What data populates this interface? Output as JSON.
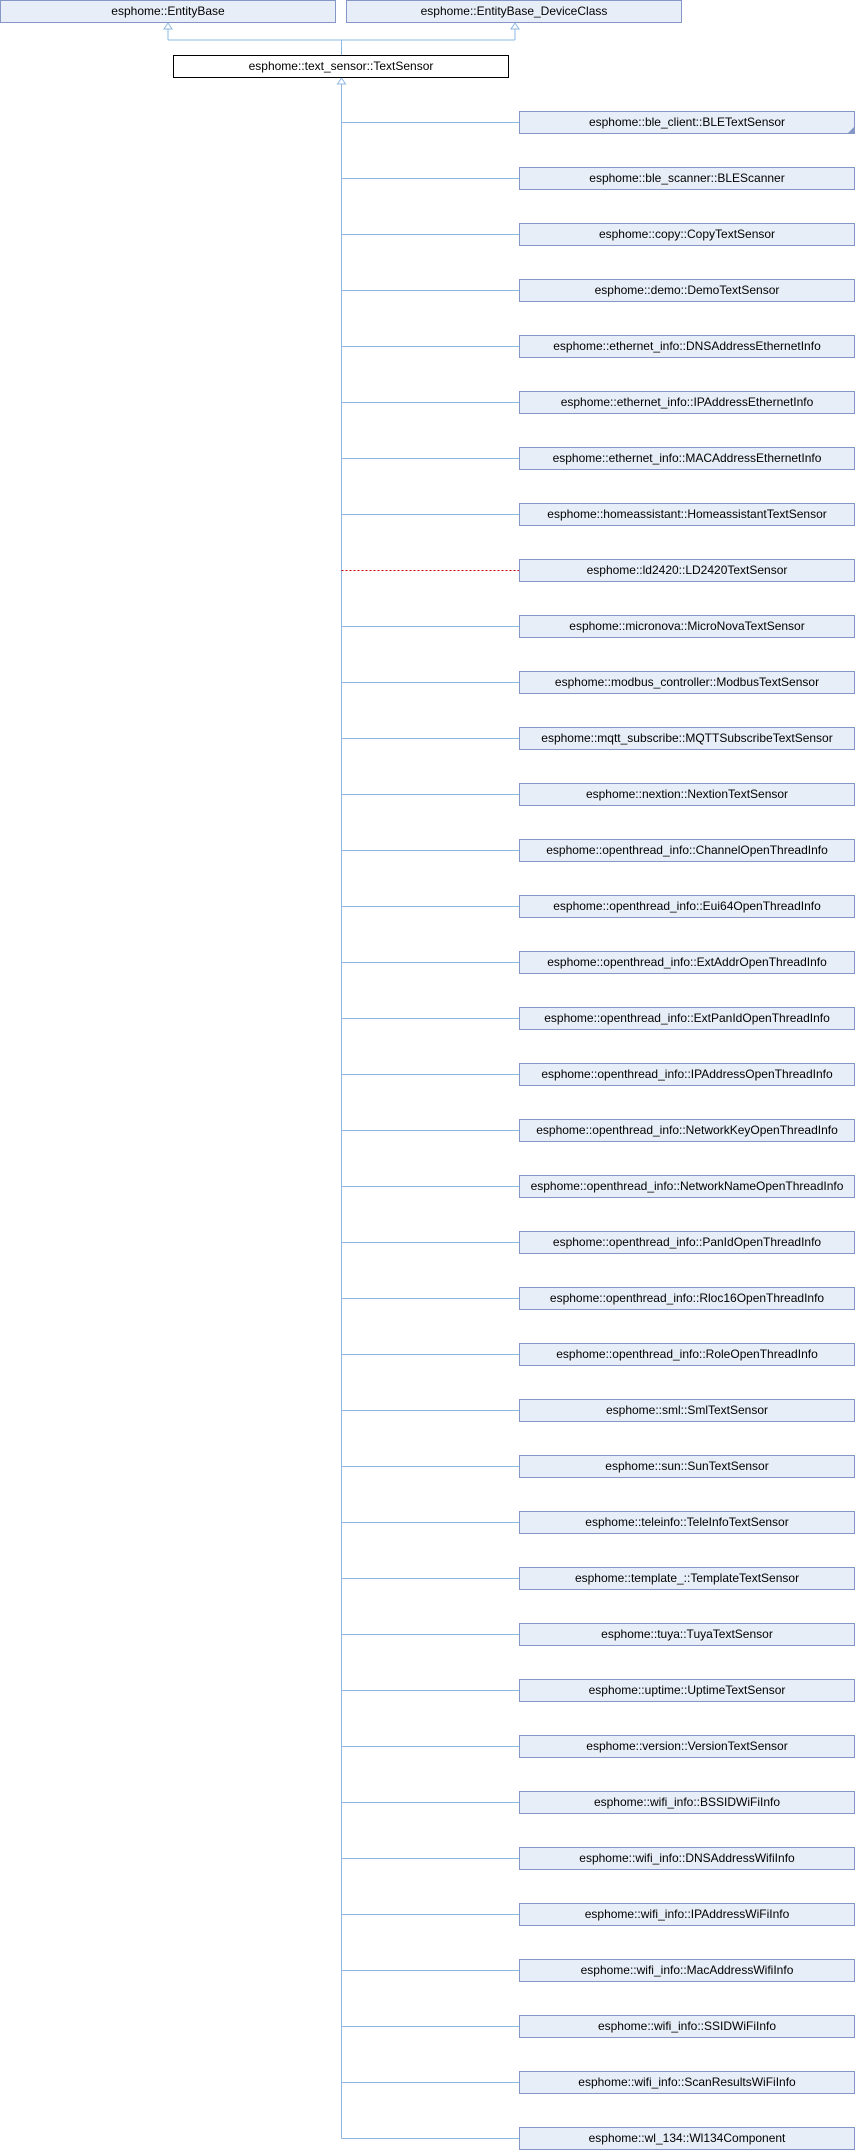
{
  "diagram": {
    "bases": [
      {
        "label": "esphome::EntityBase"
      },
      {
        "label": "esphome::EntityBase_DeviceClass"
      }
    ],
    "main": {
      "label": "esphome::text_sensor::TextSensor"
    },
    "edge_colors": {
      "inheritance": "#8fb8e0",
      "template": "#cc0000"
    },
    "derived": [
      {
        "label": "esphome::ble_client::BLETextSensor",
        "more_indicator": true
      },
      {
        "label": "esphome::ble_scanner::BLEScanner"
      },
      {
        "label": "esphome::copy::CopyTextSensor"
      },
      {
        "label": "esphome::demo::DemoTextSensor"
      },
      {
        "label": "esphome::ethernet_info::DNSAddressEthernetInfo"
      },
      {
        "label": "esphome::ethernet_info::IPAddressEthernetInfo"
      },
      {
        "label": "esphome::ethernet_info::MACAddressEthernetInfo"
      },
      {
        "label": "esphome::homeassistant::HomeassistantTextSensor"
      },
      {
        "label": "esphome::ld2420::LD2420TextSensor",
        "dotted_edge": true
      },
      {
        "label": "esphome::micronova::MicroNovaTextSensor"
      },
      {
        "label": "esphome::modbus_controller::ModbusTextSensor"
      },
      {
        "label": "esphome::mqtt_subscribe::MQTTSubscribeTextSensor"
      },
      {
        "label": "esphome::nextion::NextionTextSensor"
      },
      {
        "label": "esphome::openthread_info::ChannelOpenThreadInfo"
      },
      {
        "label": "esphome::openthread_info::Eui64OpenThreadInfo"
      },
      {
        "label": "esphome::openthread_info::ExtAddrOpenThreadInfo"
      },
      {
        "label": "esphome::openthread_info::ExtPanIdOpenThreadInfo"
      },
      {
        "label": "esphome::openthread_info::IPAddressOpenThreadInfo"
      },
      {
        "label": "esphome::openthread_info::NetworkKeyOpenThreadInfo"
      },
      {
        "label": "esphome::openthread_info::NetworkNameOpenThreadInfo"
      },
      {
        "label": "esphome::openthread_info::PanIdOpenThreadInfo"
      },
      {
        "label": "esphome::openthread_info::Rloc16OpenThreadInfo"
      },
      {
        "label": "esphome::openthread_info::RoleOpenThreadInfo"
      },
      {
        "label": "esphome::sml::SmlTextSensor"
      },
      {
        "label": "esphome::sun::SunTextSensor"
      },
      {
        "label": "esphome::teleinfo::TeleInfoTextSensor"
      },
      {
        "label": "esphome::template_::TemplateTextSensor"
      },
      {
        "label": "esphome::tuya::TuyaTextSensor"
      },
      {
        "label": "esphome::uptime::UptimeTextSensor"
      },
      {
        "label": "esphome::version::VersionTextSensor"
      },
      {
        "label": "esphome::wifi_info::BSSIDWiFiInfo"
      },
      {
        "label": "esphome::wifi_info::DNSAddressWifiInfo"
      },
      {
        "label": "esphome::wifi_info::IPAddressWiFiInfo"
      },
      {
        "label": "esphome::wifi_info::MacAddressWifiInfo"
      },
      {
        "label": "esphome::wifi_info::SSIDWiFiInfo"
      },
      {
        "label": "esphome::wifi_info::ScanResultsWiFiInfo"
      },
      {
        "label": "esphome::wl_134::Wl134Component"
      }
    ]
  }
}
